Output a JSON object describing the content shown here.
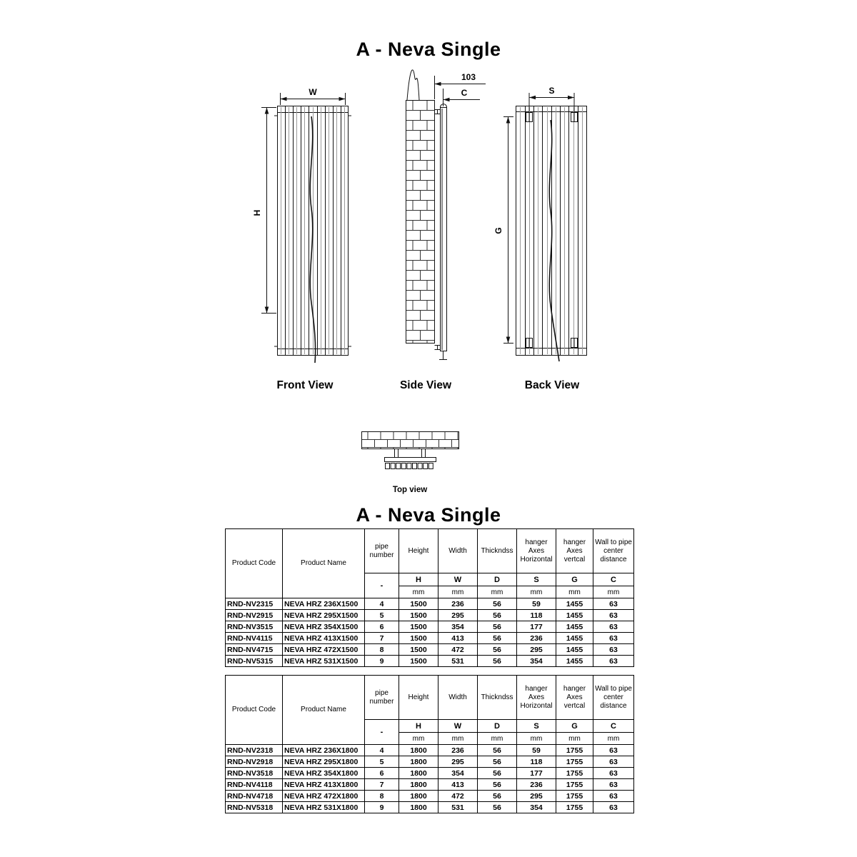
{
  "titles": {
    "main": "A - Neva Single",
    "table": "A - Neva Single"
  },
  "drawings": {
    "front": {
      "label": "Front View",
      "dim_width": "W",
      "dim_height": "H"
    },
    "side": {
      "label": "Side View",
      "dim_offset": "103",
      "dim_wall": "C"
    },
    "back": {
      "label": "Back View",
      "dim_hanger_h": "S",
      "dim_hanger_v": "G"
    },
    "top": {
      "label": "Top view"
    }
  },
  "table_headers": {
    "product_code": "Product Code",
    "product_name": "Product Name",
    "pipe_number": "pipe number",
    "height": "Height",
    "width": "Width",
    "thickness": "Thickndss",
    "hanger_h": "hanger Axes Horizontal",
    "hanger_v": "hanger Axes vertcal",
    "wall_dist": "Wall to pipe center distance",
    "dash": "-",
    "sym_h": "H",
    "sym_w": "W",
    "sym_d": "D",
    "sym_s": "S",
    "sym_g": "G",
    "sym_c": "C",
    "unit": "mm"
  },
  "table_1500": {
    "rows": [
      {
        "code": "RND-NV2315",
        "name": "NEVA HRZ 236X1500",
        "pipes": "4",
        "h": "1500",
        "w": "236",
        "d": "56",
        "s": "59",
        "g": "1455",
        "c": "63"
      },
      {
        "code": "RND-NV2915",
        "name": "NEVA HRZ 295X1500",
        "pipes": "5",
        "h": "1500",
        "w": "295",
        "d": "56",
        "s": "118",
        "g": "1455",
        "c": "63"
      },
      {
        "code": "RND-NV3515",
        "name": "NEVA HRZ 354X1500",
        "pipes": "6",
        "h": "1500",
        "w": "354",
        "d": "56",
        "s": "177",
        "g": "1455",
        "c": "63"
      },
      {
        "code": "RND-NV4115",
        "name": "NEVA HRZ 413X1500",
        "pipes": "7",
        "h": "1500",
        "w": "413",
        "d": "56",
        "s": "236",
        "g": "1455",
        "c": "63"
      },
      {
        "code": "RND-NV4715",
        "name": "NEVA HRZ 472X1500",
        "pipes": "8",
        "h": "1500",
        "w": "472",
        "d": "56",
        "s": "295",
        "g": "1455",
        "c": "63"
      },
      {
        "code": "RND-NV5315",
        "name": "NEVA HRZ 531X1500",
        "pipes": "9",
        "h": "1500",
        "w": "531",
        "d": "56",
        "s": "354",
        "g": "1455",
        "c": "63"
      }
    ]
  },
  "table_1800": {
    "rows": [
      {
        "code": "RND-NV2318",
        "name": "NEVA HRZ 236X1800",
        "pipes": "4",
        "h": "1800",
        "w": "236",
        "d": "56",
        "s": "59",
        "g": "1755",
        "c": "63"
      },
      {
        "code": "RND-NV2918",
        "name": "NEVA HRZ 295X1800",
        "pipes": "5",
        "h": "1800",
        "w": "295",
        "d": "56",
        "s": "118",
        "g": "1755",
        "c": "63"
      },
      {
        "code": "RND-NV3518",
        "name": "NEVA HRZ 354X1800",
        "pipes": "6",
        "h": "1800",
        "w": "354",
        "d": "56",
        "s": "177",
        "g": "1755",
        "c": "63"
      },
      {
        "code": "RND-NV4118",
        "name": "NEVA HRZ 413X1800",
        "pipes": "7",
        "h": "1800",
        "w": "413",
        "d": "56",
        "s": "236",
        "g": "1755",
        "c": "63"
      },
      {
        "code": "RND-NV4718",
        "name": "NEVA HRZ 472X1800",
        "pipes": "8",
        "h": "1800",
        "w": "472",
        "d": "56",
        "s": "295",
        "g": "1755",
        "c": "63"
      },
      {
        "code": "RND-NV5318",
        "name": "NEVA HRZ 531X1800",
        "pipes": "9",
        "h": "1800",
        "w": "531",
        "d": "56",
        "s": "354",
        "g": "1755",
        "c": "63"
      }
    ]
  }
}
